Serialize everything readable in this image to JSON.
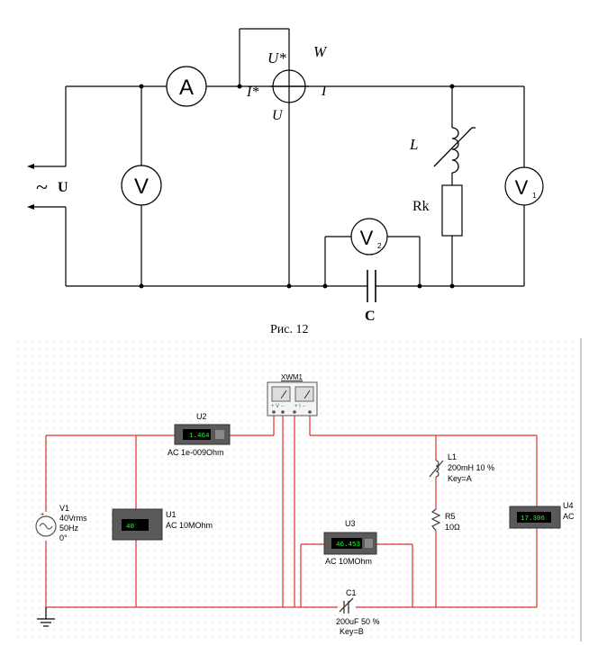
{
  "schematic": {
    "caption": "Рис. 12",
    "source_label": "U",
    "source_symbol": "~",
    "wattmeter": {
      "name": "W",
      "u_star": "U*",
      "i_star": "I*",
      "u": "U",
      "i": "I"
    },
    "inductor_label": "L",
    "resistor_label": "Rk",
    "capacitor_label": "C",
    "ammeter_symbol": "A",
    "voltmeter_symbol": "V",
    "voltmeter1_index": "1",
    "voltmeter2_index": "2"
  },
  "simulation": {
    "wattmeter_ref": "XWM1",
    "wattmeter_terms_v": "+ V −",
    "wattmeter_terms_i": "+ I −",
    "v1": {
      "ref": "V1",
      "line1": "40Vrms",
      "line2": "50Hz",
      "line3": "0°"
    },
    "u1": {
      "ref": "U1",
      "reading": "40",
      "mode": "AC  10MOhm"
    },
    "u2": {
      "ref": "U2",
      "reading": "1.464",
      "mode": "AC  1e-009Ohm"
    },
    "u3": {
      "ref": "U3",
      "reading": "46.453",
      "mode": "AC  10MOhm"
    },
    "u4": {
      "ref": "U4",
      "reading": "17.306",
      "mode": "AC"
    },
    "l1": {
      "ref": "L1",
      "value": "200mH  10 %",
      "key": "Key=A"
    },
    "r5": {
      "ref": "R5",
      "value": "10Ω"
    },
    "c1": {
      "ref": "C1",
      "value": "200uF   50 %",
      "key": "Key=B"
    }
  },
  "colors": {
    "wire": "#e03030",
    "grid_dot": "#b9b9b9",
    "meter_body": "#555555",
    "display_bg": "#000000",
    "display_text": "#22ff33"
  }
}
